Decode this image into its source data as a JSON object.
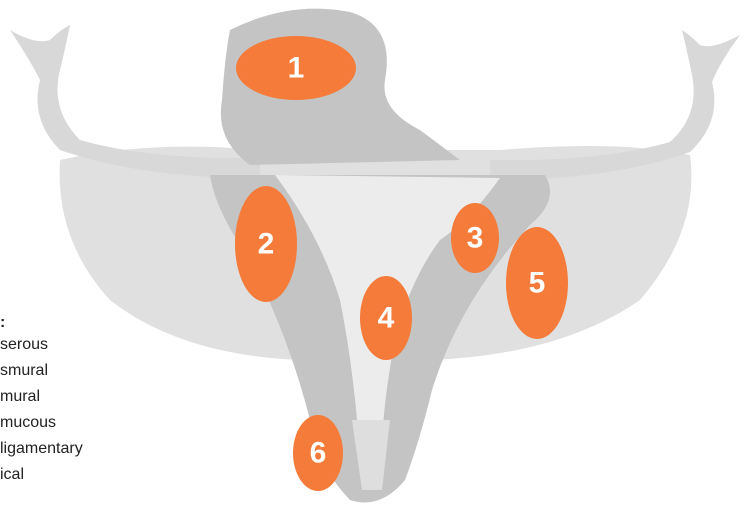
{
  "colors": {
    "marker": "#f47b3a",
    "uterus_outer": "#e0e0e0",
    "uterus_wall": "#c4c4c4",
    "cavity": "#ececec",
    "text": "#222222"
  },
  "markers": [
    {
      "label": "1"
    },
    {
      "label": "2"
    },
    {
      "label": "3"
    },
    {
      "label": "4"
    },
    {
      "label": "5"
    },
    {
      "label": "6"
    }
  ],
  "legend": {
    "heading": ":",
    "items": [
      "serous",
      "smural",
      "mural",
      "mucous",
      "ligamentary",
      "ical"
    ]
  }
}
